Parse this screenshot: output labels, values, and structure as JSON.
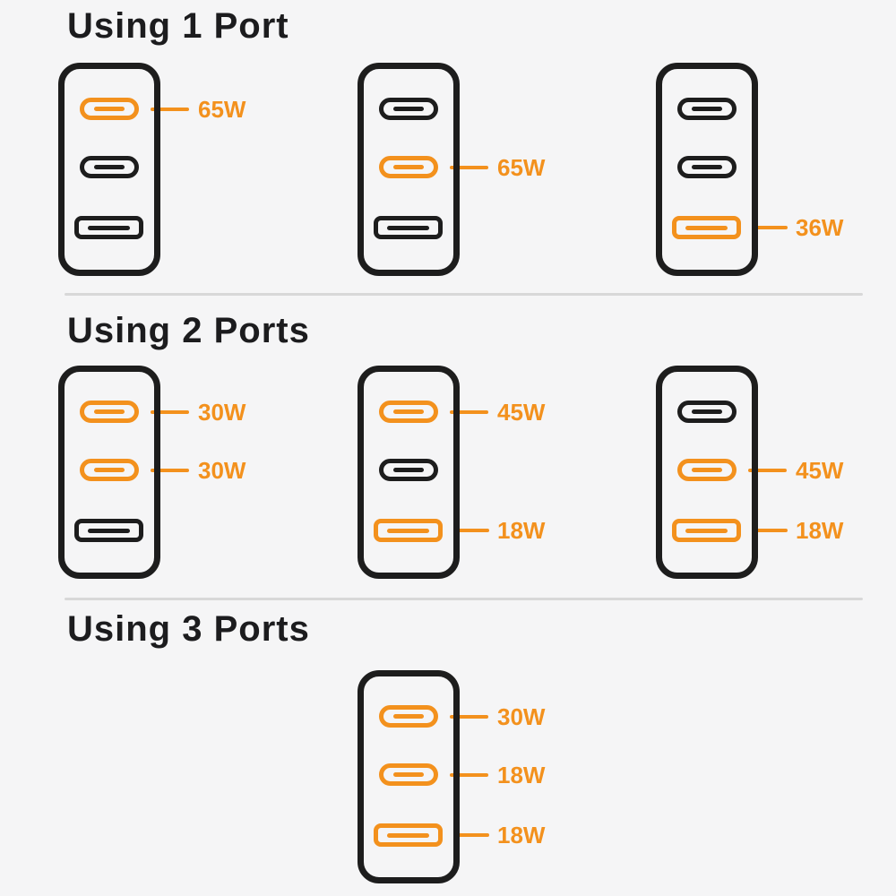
{
  "page": {
    "background_color": "#f5f5f6",
    "outline_color": "#1d1d1d",
    "accent_orange": "#f3911d",
    "divider_color": "#d8d8d8"
  },
  "sections": [
    {
      "title": "Using 1 Port",
      "chargers": [
        {
          "ports": [
            {
              "type": "usb-c",
              "active": true,
              "label": "65W"
            },
            {
              "type": "usb-c",
              "active": false
            },
            {
              "type": "usb-a",
              "active": false
            }
          ]
        },
        {
          "ports": [
            {
              "type": "usb-c",
              "active": false
            },
            {
              "type": "usb-c",
              "active": true,
              "label": "65W"
            },
            {
              "type": "usb-a",
              "active": false
            }
          ]
        },
        {
          "ports": [
            {
              "type": "usb-c",
              "active": false
            },
            {
              "type": "usb-c",
              "active": false
            },
            {
              "type": "usb-a",
              "active": true,
              "label": "36W"
            }
          ]
        }
      ]
    },
    {
      "title": "Using 2 Ports",
      "chargers": [
        {
          "ports": [
            {
              "type": "usb-c",
              "active": true,
              "label": "30W"
            },
            {
              "type": "usb-c",
              "active": true,
              "label": "30W"
            },
            {
              "type": "usb-a",
              "active": false
            }
          ]
        },
        {
          "ports": [
            {
              "type": "usb-c",
              "active": true,
              "label": "45W"
            },
            {
              "type": "usb-c",
              "active": false
            },
            {
              "type": "usb-a",
              "active": true,
              "label": "18W"
            }
          ]
        },
        {
          "ports": [
            {
              "type": "usb-c",
              "active": false
            },
            {
              "type": "usb-c",
              "active": true,
              "label": "45W"
            },
            {
              "type": "usb-a",
              "active": true,
              "label": "18W"
            }
          ]
        }
      ]
    },
    {
      "title": "Using 3 Ports",
      "chargers": [
        {
          "ports": [
            {
              "type": "usb-c",
              "active": true,
              "label": "30W"
            },
            {
              "type": "usb-c",
              "active": true,
              "label": "18W"
            },
            {
              "type": "usb-a",
              "active": true,
              "label": "18W"
            }
          ]
        }
      ]
    }
  ]
}
